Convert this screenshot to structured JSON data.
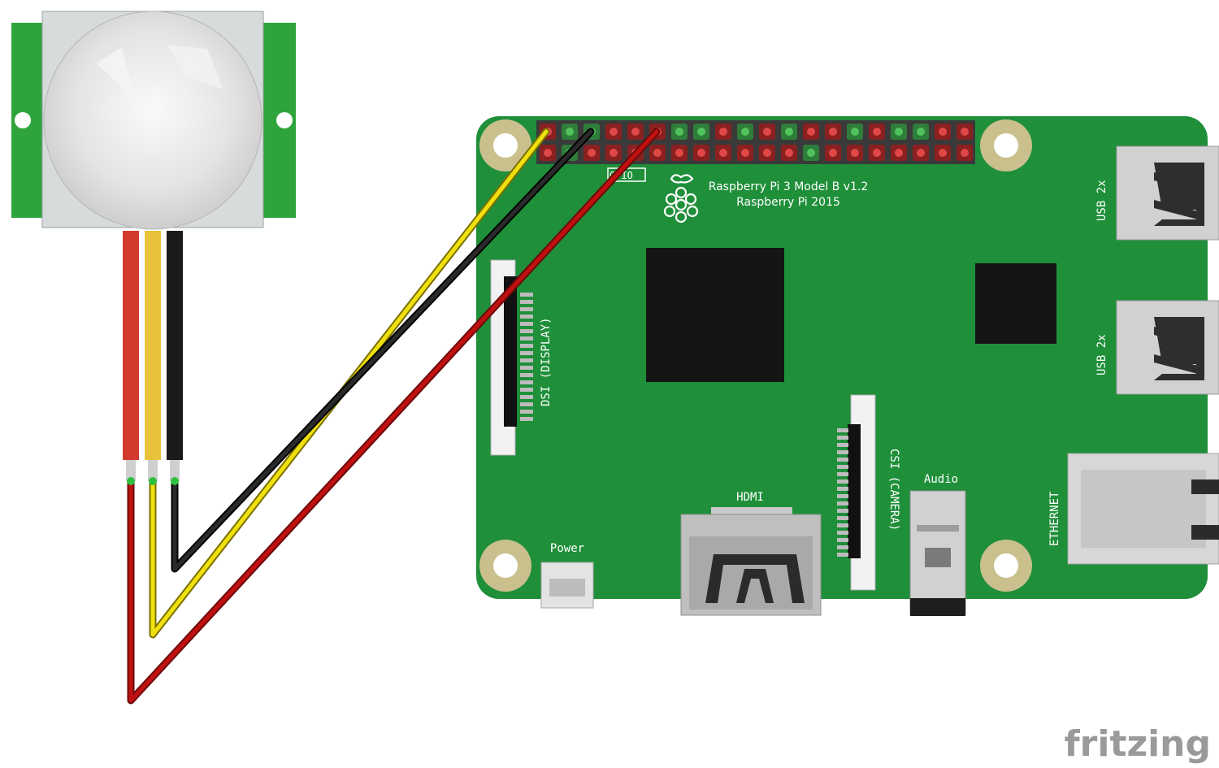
{
  "board": {
    "model_line1": "Raspberry Pi 3 Model B v1.2",
    "model_line2": "Raspberry Pi 2015",
    "gpio_label": "GPIO",
    "dsi_label": "DSI (DISPLAY)",
    "csi_label": "CSI (CAMERA)",
    "hdmi_label": "HDMI",
    "power_label": "Power",
    "audio_label": "Audio",
    "ethernet_label": "ETHERNET",
    "usb_top_label": "USB 2x",
    "usb_bottom_label": "USB 2x",
    "pcb_color": "#1f8f3a",
    "hole_color": "#c9c08e"
  },
  "sensor": {
    "board_color": "#2fa43c",
    "lens_color": "#e6e6e6"
  },
  "wires": [
    {
      "name": "power-wire",
      "color": "#c01010"
    },
    {
      "name": "signal-wire",
      "color": "#f0e010"
    },
    {
      "name": "ground-wire",
      "color": "#151515"
    }
  ],
  "watermark": "fritzing"
}
